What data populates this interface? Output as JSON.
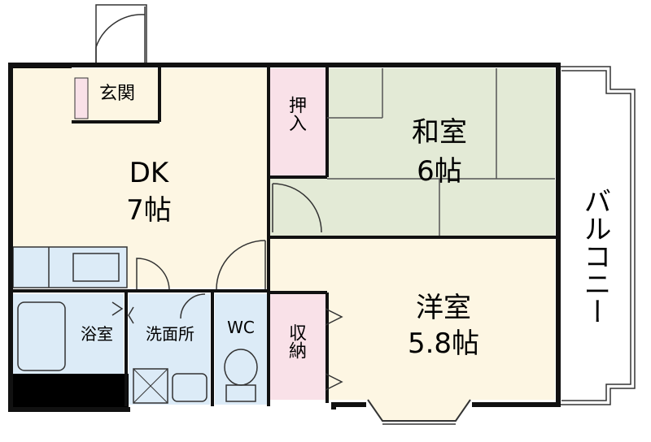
{
  "rooms": {
    "genkan": {
      "label": "玄関"
    },
    "dk": {
      "name": "DK",
      "size": "7帖"
    },
    "oshiire": {
      "label": "押入"
    },
    "washitsu": {
      "name": "和室",
      "size": "6帖"
    },
    "youshitsu": {
      "name": "洋室",
      "size": "5.8帖"
    },
    "shuno": {
      "label": "収納"
    },
    "wc": {
      "label": "WC"
    },
    "senmenjo": {
      "label": "洗面所"
    },
    "yokushitsu": {
      "label": "浴室"
    },
    "balcony": {
      "label": "バルコニー"
    }
  },
  "colors": {
    "wall": "#000000",
    "dk_floor": "#fdf6e3",
    "washitsu_floor": "#e3ead6",
    "closet_floor": "#f9e1e8",
    "wet_floor": "#dcebf7",
    "outline": "#1a1a1a"
  }
}
